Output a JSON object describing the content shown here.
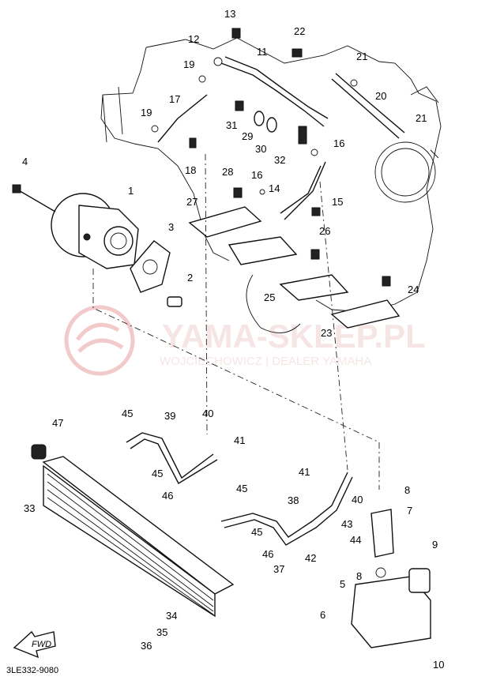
{
  "watermark": {
    "title": "YAMA-SKLEP.PL",
    "subtitle": "WOJCIECHOWICZ | DEALER YAMAHA",
    "color": "#e8a0a0"
  },
  "diagram_code": "3LE332-9080",
  "fwd_label": "FWD",
  "callouts": [
    "1",
    "2",
    "3",
    "4",
    "5",
    "6",
    "7",
    "8",
    "8",
    "9",
    "10",
    "11",
    "12",
    "13",
    "14",
    "15",
    "16",
    "16",
    "17",
    "18",
    "19",
    "19",
    "20",
    "21",
    "21",
    "22",
    "23",
    "24",
    "25",
    "26",
    "27",
    "28",
    "29",
    "30",
    "31",
    "32",
    "33",
    "34",
    "35",
    "36",
    "37",
    "38",
    "39",
    "40",
    "40",
    "41",
    "41",
    "42",
    "43",
    "44",
    "45",
    "45",
    "45",
    "45",
    "46",
    "46",
    "47"
  ]
}
